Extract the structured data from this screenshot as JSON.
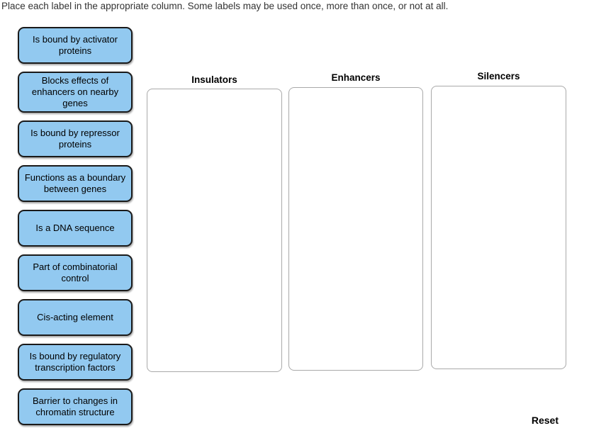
{
  "instruction": "Place each label in the appropriate column. Some labels may be used once, more than once, or not at all.",
  "labels": [
    "Is bound by activator proteins",
    "Blocks effects of enhancers on nearby genes",
    "Is bound by repressor proteins",
    "Functions as a boundary between genes",
    "Is a DNA sequence",
    "Part of combinatorial control",
    "Cis-acting element",
    "Is bound by regulatory transcription factors",
    "Barrier to changes in chromatin structure"
  ],
  "columns": [
    {
      "title": "Insulators"
    },
    {
      "title": "Enhancers"
    },
    {
      "title": "Silencers"
    }
  ],
  "reset_label": "Reset",
  "colors": {
    "label_bg": "#92C9F0",
    "label_border": "#1A1A1A",
    "bin_border": "#A9A9A9",
    "text": "#333333"
  }
}
